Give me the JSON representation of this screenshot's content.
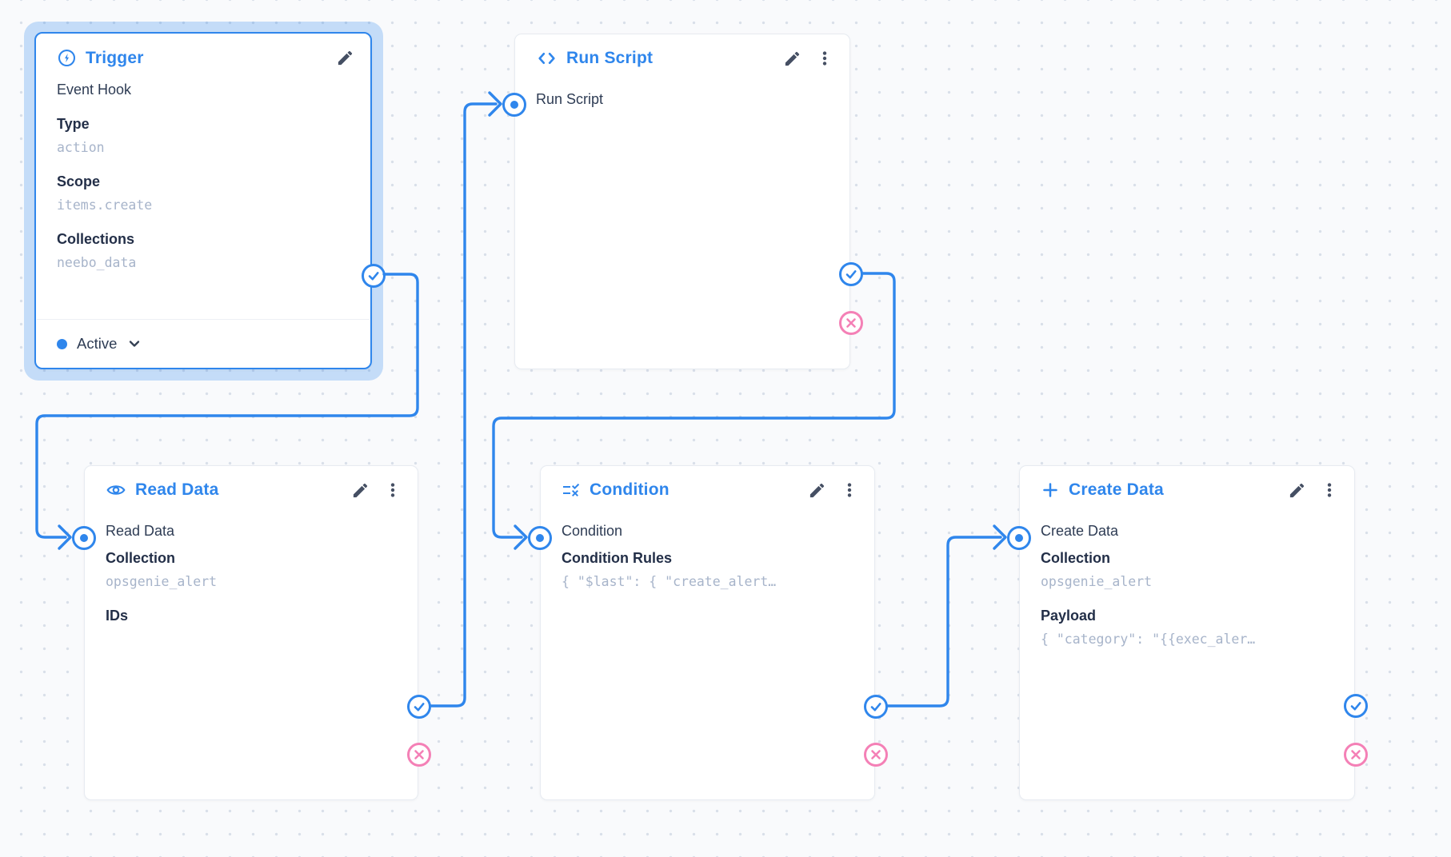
{
  "flow": {
    "accent_color": "#2f86ec",
    "danger_color": "#f480b6",
    "nodes": {
      "trigger": {
        "title": "Trigger",
        "subtitle": "Event Hook",
        "type_label": "Type",
        "type_value": "action",
        "scope_label": "Scope",
        "scope_value": "items.create",
        "collections_label": "Collections",
        "collections_value": "neebo_data",
        "status": "Active"
      },
      "run_script": {
        "title": "Run Script",
        "input_label": "Run Script"
      },
      "read_data": {
        "title": "Read Data",
        "input_label": "Read Data",
        "collection_label": "Collection",
        "collection_value": "opsgenie_alert",
        "ids_label": "IDs"
      },
      "condition": {
        "title": "Condition",
        "input_label": "Condition",
        "rules_label": "Condition Rules",
        "rules_value": "{ \"$last\": { \"create_alert…"
      },
      "create_data": {
        "title": "Create Data",
        "input_label": "Create Data",
        "collection_label": "Collection",
        "collection_value": "opsgenie_alert",
        "payload_label": "Payload",
        "payload_value": "{ \"category\": \"{{exec_aler…"
      }
    },
    "connections": [
      {
        "from": "trigger",
        "to": "read_data",
        "type": "resolve"
      },
      {
        "from": "read_data",
        "to": "run_script",
        "type": "resolve"
      },
      {
        "from": "run_script",
        "to": "condition",
        "type": "resolve"
      },
      {
        "from": "condition",
        "to": "create_data",
        "type": "resolve"
      }
    ]
  }
}
